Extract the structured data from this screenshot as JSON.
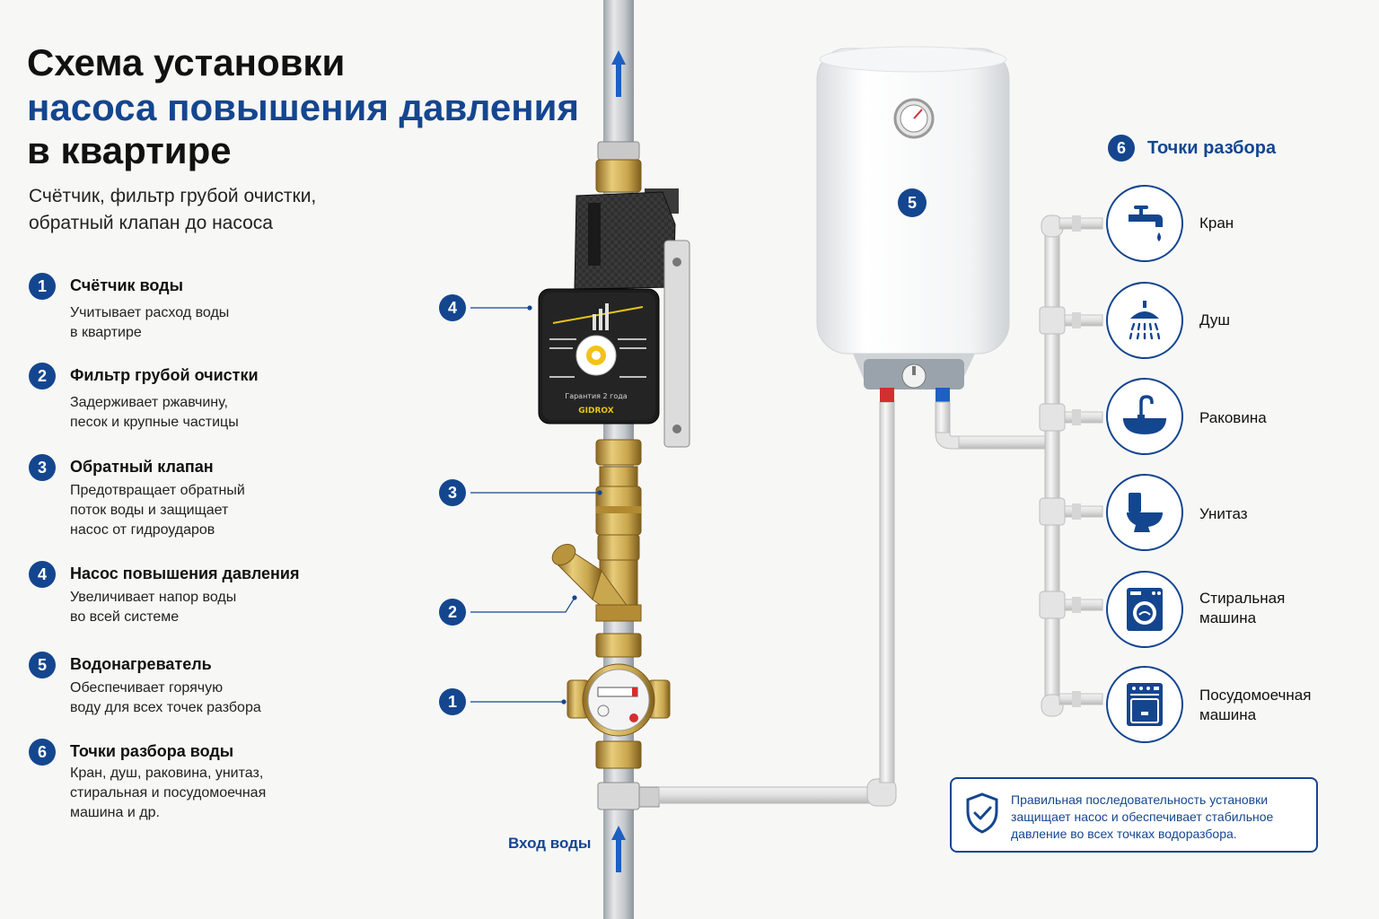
{
  "title": {
    "line1": "Схема установки",
    "line2": "насоса повышения давления",
    "line3": "в квартире"
  },
  "subtitle": {
    "line1": "Счётчик, фильтр грубой очистки,",
    "line2": "обратный клапан до насоса"
  },
  "legend": [
    {
      "num": "1",
      "title": "Счётчик воды",
      "desc": [
        "Учитывает расход воды",
        "в квартире"
      ]
    },
    {
      "num": "2",
      "title": "Фильтр грубой очистки",
      "desc": [
        "Задерживает ржавчину,",
        "песок и крупные частицы"
      ]
    },
    {
      "num": "3",
      "title": "Обратный клапан",
      "desc": [
        "Предотвращает обратный",
        "поток воды и защищает",
        "насос от гидроударов"
      ]
    },
    {
      "num": "4",
      "title": "Насос повышения давления",
      "desc": [
        "Увеличивает напор воды",
        "во всей системе"
      ]
    },
    {
      "num": "5",
      "title": "Водонагреватель",
      "desc": [
        "Обеспечивает горячую",
        "воду для всех точек разбора"
      ]
    },
    {
      "num": "6",
      "title": "Точки разбора воды",
      "desc": [
        "Кран, душ, раковина, унитаз,",
        "стиральная и посудомоечная",
        "машина и др."
      ]
    }
  ],
  "callouts": [
    "1",
    "2",
    "3",
    "4",
    "5"
  ],
  "inlet_label": "Вход воды",
  "pump": {
    "brand": "GIDROX",
    "warranty": "Гарантия 2 года"
  },
  "points": {
    "num": "6",
    "header": "Точки разбора",
    "items": [
      {
        "icon": "faucet-icon",
        "label": [
          "Кран"
        ]
      },
      {
        "icon": "shower-icon",
        "label": [
          "Душ"
        ]
      },
      {
        "icon": "sink-icon",
        "label": [
          "Раковина"
        ]
      },
      {
        "icon": "toilet-icon",
        "label": [
          "Унитаз"
        ]
      },
      {
        "icon": "washing-machine-icon",
        "label": [
          "Стиральная",
          "машина"
        ]
      },
      {
        "icon": "dishwasher-icon",
        "label": [
          "Посудомоечная",
          "машина"
        ]
      }
    ]
  },
  "note": {
    "lines": [
      "Правильная последовательность установки",
      "защищает насос и обеспечивает стабильное",
      "давление во всех точках водоразбора."
    ]
  },
  "colors": {
    "accent": "#14468f",
    "brass": "#c9a74f",
    "pipe": "#c8ccd0",
    "pump_body": "#2b2b2b",
    "hot": "#d32f2f",
    "cold": "#1e5fc2"
  }
}
